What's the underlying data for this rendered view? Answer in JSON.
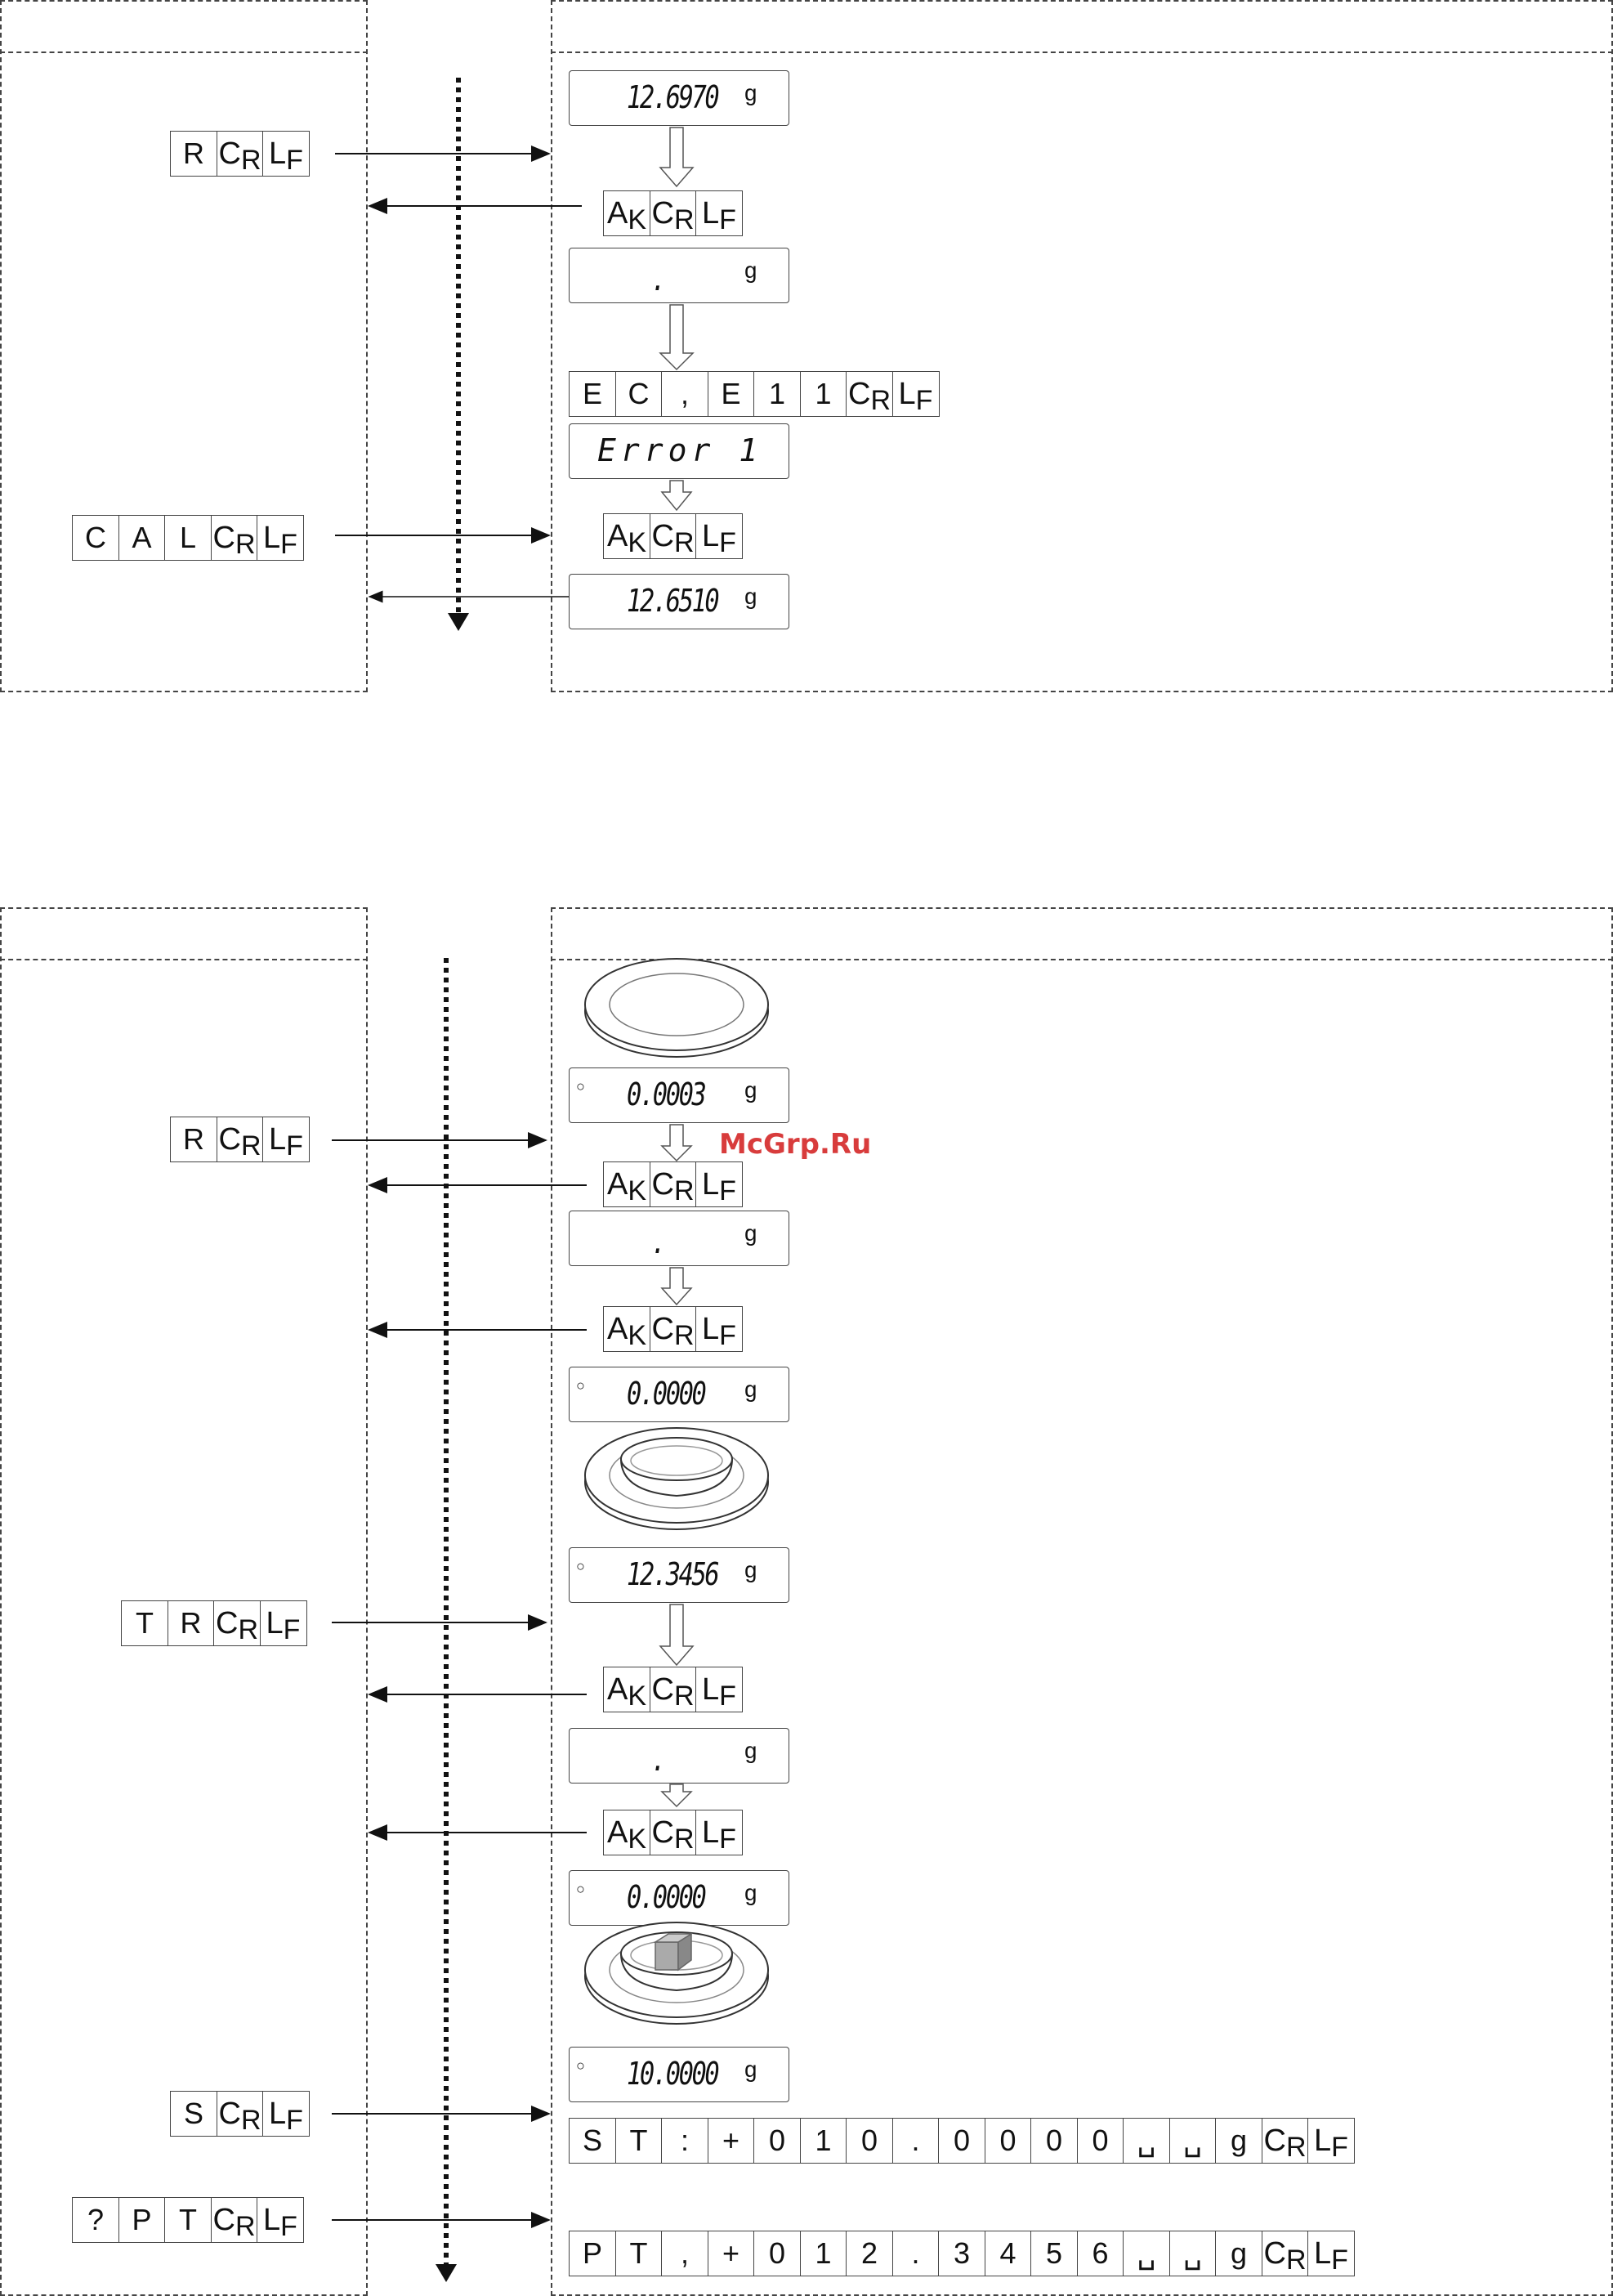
{
  "watermark": "McGrp.Ru",
  "sections": [
    {
      "left_commands": [
        {
          "id": "r1",
          "chars": [
            "R",
            "CR",
            "LF"
          ]
        },
        {
          "id": "cal",
          "chars": [
            "C",
            "A",
            "L",
            "CR",
            "LF"
          ]
        }
      ],
      "right_items": [
        {
          "id": "d1",
          "type": "lcd",
          "reading": "12.6970",
          "unit": "g",
          "stable_dot": false
        },
        {
          "id": "ak1",
          "type": "cells",
          "chars": [
            "AK",
            "CR",
            "LF"
          ]
        },
        {
          "id": "d2",
          "type": "lcd",
          "reading": ".",
          "unit": "g",
          "stable_dot": false
        },
        {
          "id": "ec",
          "type": "cells",
          "chars": [
            "E",
            "C",
            ",",
            "E",
            "1",
            "1",
            "CR",
            "LF"
          ]
        },
        {
          "id": "d3",
          "type": "lcd",
          "reading": "Error 1",
          "unit": "",
          "stable_dot": false
        },
        {
          "id": "ak2",
          "type": "cells",
          "chars": [
            "AK",
            "CR",
            "LF"
          ]
        },
        {
          "id": "d4",
          "type": "lcd",
          "reading": "12.6510",
          "unit": "g",
          "stable_dot": false
        }
      ]
    },
    {
      "left_commands": [
        {
          "id": "r2",
          "chars": [
            "R",
            "CR",
            "LF"
          ]
        },
        {
          "id": "tr",
          "chars": [
            "T",
            "R",
            "CR",
            "LF"
          ]
        },
        {
          "id": "s",
          "chars": [
            "S",
            "CR",
            "LF"
          ]
        },
        {
          "id": "qpt",
          "chars": [
            "?",
            "P",
            "T",
            "CR",
            "LF"
          ]
        }
      ],
      "right_items": [
        {
          "id": "e1",
          "type": "lcd",
          "reading": "0.0003",
          "unit": "g",
          "stable_dot": true
        },
        {
          "id": "ak3",
          "type": "cells",
          "chars": [
            "AK",
            "CR",
            "LF"
          ]
        },
        {
          "id": "e2",
          "type": "lcd",
          "reading": ".",
          "unit": "g",
          "stable_dot": false
        },
        {
          "id": "ak4",
          "type": "cells",
          "chars": [
            "AK",
            "CR",
            "LF"
          ]
        },
        {
          "id": "e3",
          "type": "lcd",
          "reading": "0.0000",
          "unit": "g",
          "stable_dot": true
        },
        {
          "id": "e4",
          "type": "lcd",
          "reading": "12.3456",
          "unit": "g",
          "stable_dot": true
        },
        {
          "id": "ak5",
          "type": "cells",
          "chars": [
            "AK",
            "CR",
            "LF"
          ]
        },
        {
          "id": "e5",
          "type": "lcd",
          "reading": ".",
          "unit": "g",
          "stable_dot": false
        },
        {
          "id": "ak6",
          "type": "cells",
          "chars": [
            "AK",
            "CR",
            "LF"
          ]
        },
        {
          "id": "e6",
          "type": "lcd",
          "reading": "0.0000",
          "unit": "g",
          "stable_dot": true
        },
        {
          "id": "e7",
          "type": "lcd",
          "reading": "10.0000",
          "unit": "g",
          "stable_dot": true
        },
        {
          "id": "st",
          "type": "cells",
          "chars": [
            "S",
            "T",
            ":",
            "+",
            "0",
            "1",
            "0",
            ".",
            "0",
            "0",
            "0",
            "0",
            "␣",
            "␣",
            "g",
            "CR",
            "LF"
          ]
        },
        {
          "id": "pt",
          "type": "cells",
          "chars": [
            "P",
            "T",
            ",",
            "+",
            "0",
            "1",
            "2",
            ".",
            "3",
            "4",
            "5",
            "6",
            "␣",
            "␣",
            "g",
            "CR",
            "LF"
          ]
        }
      ]
    }
  ]
}
